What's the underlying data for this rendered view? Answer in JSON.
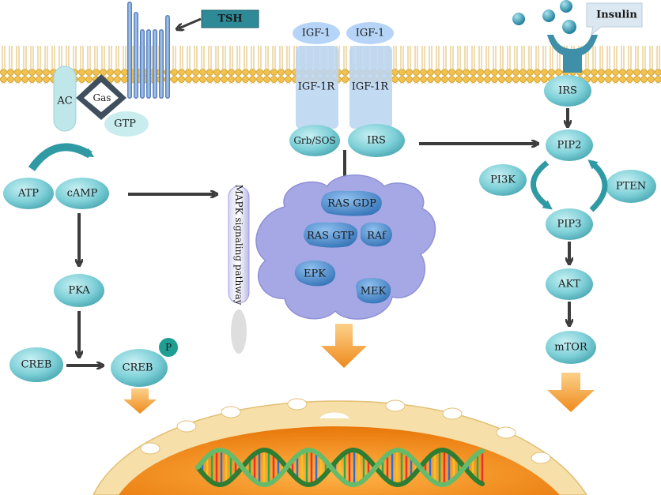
{
  "membrane": {
    "tsh": "TSH",
    "ac": "AC",
    "gas": "Gas",
    "gtp": "GTP",
    "igf1_left": "IGF-1",
    "igf1_right": "IGF-1",
    "igf1r_left": "IGF-1R",
    "igf1r_right": "IGF-1R",
    "insulin": "Insulin"
  },
  "camp_pathway": {
    "atp": "ATP",
    "camp": "cAMP",
    "pka": "PKA",
    "creb": "CREB",
    "creb_p": "CREB",
    "phospho": "P"
  },
  "mapk_pathway": {
    "grb_sos": "Grb/SOS",
    "irs": "IRS",
    "ras_gdp": "RAS GDP",
    "ras_gtp": "RAS GTP",
    "raf": "RAf",
    "epk": "EPK",
    "mek": "MEK",
    "side_label": "MAPK signaling pathway"
  },
  "pi3k_pathway": {
    "irs": "IRS",
    "pip2": "PIP2",
    "pi3k": "PI3K",
    "pten": "PTEN",
    "pip3": "PIP3",
    "akt": "AKT",
    "mtor": "mTOR"
  },
  "colors": {
    "node_fill": "#7fd0d8",
    "node_dark": "#3a9ea8",
    "membrane_head": "#f2c14e",
    "cloud": "#a6a8e6",
    "kinase_blue": "#4a8fcf",
    "nucleus_outer": "#f6dfa9",
    "nucleus_inner": "#f08a12",
    "arrow_dark": "#3c3c3c",
    "arrow_orange": "#f2a233"
  }
}
